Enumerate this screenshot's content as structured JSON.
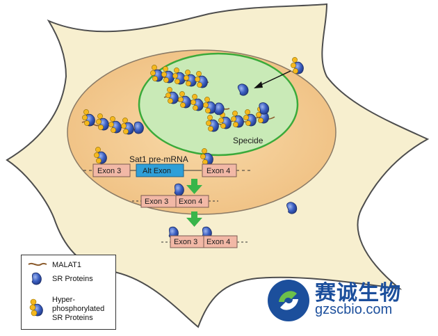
{
  "labels": {
    "speckle": "Specide",
    "pre_mrna": "Sat1 pre-mRNA",
    "exon3": "Exon 3",
    "alt_exon": "Alt Exon",
    "exon4": "Exon 4",
    "dashes": "- - -"
  },
  "legend": {
    "malat1": "MALAT1",
    "sr": "SR Proteins",
    "hyper_line1": "Hyper-",
    "hyper_line2": "phosphorylated",
    "hyper_line3": "SR Proteins"
  },
  "watermark": {
    "chinese": "赛诚生物",
    "url": "gzscbio.com"
  },
  "colors": {
    "cell_fill": "#f7efcf",
    "nucleus_fill": "#f3ca93",
    "speckle_fill": "#c9eab7",
    "speckle_stroke": "#3aaa3a",
    "exon_fill": "#f2b8a6",
    "alt_exon_fill": "#2f9fd8",
    "sr_fill": "#3b5fc2",
    "phospho_fill": "#f5b81e",
    "arrow_green": "#39b54a"
  }
}
